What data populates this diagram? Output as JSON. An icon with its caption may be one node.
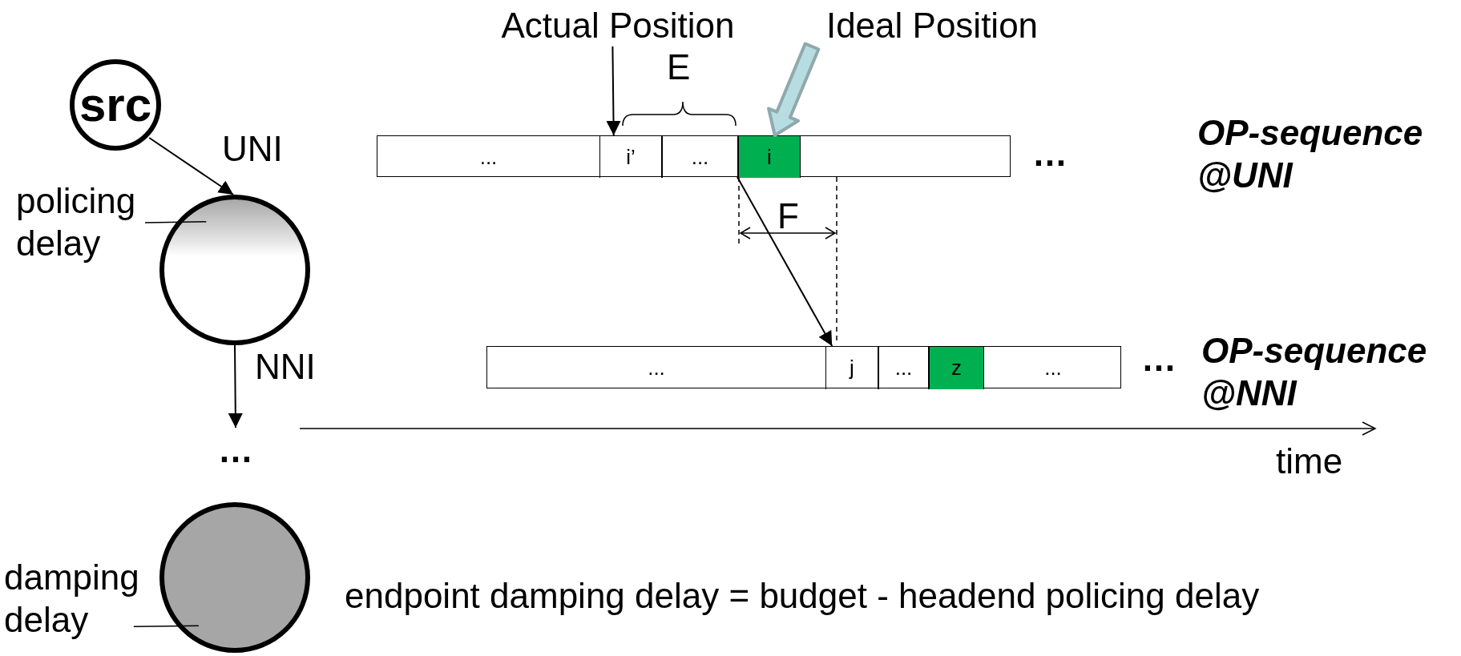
{
  "diagram": {
    "nodes": [
      {
        "text": [
          "src"
        ]
      },
      {
        "text": [],
        "shape": "circle"
      },
      {
        "text": [
          "policing delay"
        ]
      },
      {
        "text": [
          "Actual Position"
        ]
      },
      {
        "text": [
          "Ideal Position"
        ]
      },
      {
        "text": [],
        "shape": "bar"
      },
      {
        "text": [
          "..."
        ],
        "in": 5
      },
      {
        "text": [
          "i’"
        ],
        "in": 5
      },
      {
        "text": [
          "..."
        ],
        "in": 5
      },
      {
        "text": [
          "i"
        ],
        "in": 5
      },
      {
        "text": [],
        "shape": "bar"
      },
      {
        "text": [
          "..."
        ],
        "in": 10
      },
      {
        "text": [
          "j"
        ],
        "in": 10
      },
      {
        "text": [
          "..."
        ],
        "in": 10
      },
      {
        "text": [
          "z"
        ],
        "in": 10
      },
      {
        "text": [
          "..."
        ],
        "in": 10
      },
      {
        "text": [
          "…"
        ]
      },
      {
        "text": [],
        "shape": "circle"
      },
      {
        "text": [
          "damping delay"
        ]
      }
    ],
    "edges": [
      {
        "from": 0,
        "to": 1,
        "arrow": "to",
        "label": "UNI"
      },
      {
        "from": 1,
        "to": 16,
        "arrow": "to",
        "label": "NNI"
      },
      {
        "from": 2,
        "to": 1,
        "arrow": "none"
      },
      {
        "from": 3,
        "to": 7,
        "arrow": "to"
      },
      {
        "from": 4,
        "to": 9,
        "arrow": "to",
        "style": "thick",
        "color": "#b7dde2"
      },
      {
        "from": 9,
        "to": 12,
        "arrow": "to"
      },
      {
        "from": 18,
        "to": 17,
        "arrow": "none"
      }
    ],
    "labels": [
      "E",
      "…",
      "OP-sequence @UNI",
      "F",
      "…",
      "OP-sequence @NNI",
      "time",
      "endpoint damping delay = budget - headend policing delay"
    ]
  }
}
